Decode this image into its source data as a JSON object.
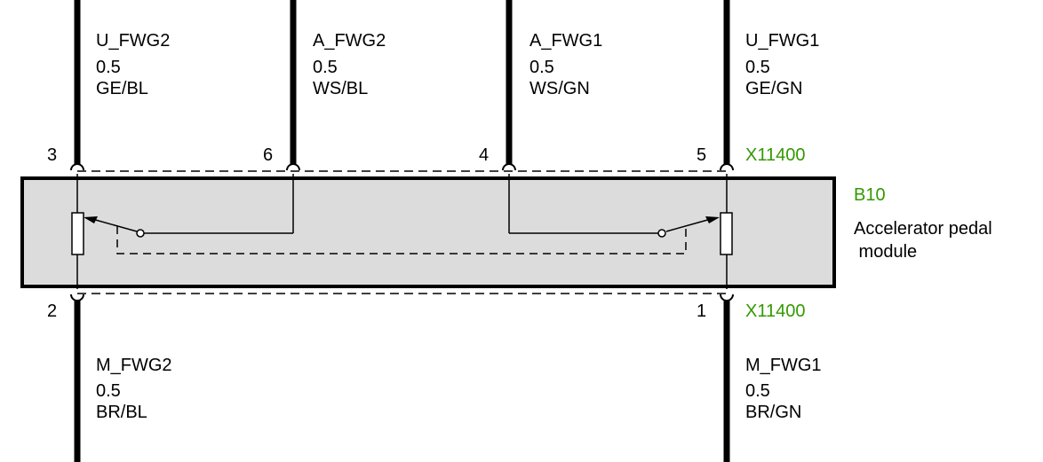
{
  "colors": {
    "wire": "#000000",
    "module_fill": "#dcdcdc",
    "connector_label": "#339900",
    "component_code": "#339900"
  },
  "wires": [
    {
      "id": "u-fwg2",
      "name": "U_FWG2",
      "gauge": "0.5",
      "color": "GE/BL",
      "pin": "3"
    },
    {
      "id": "a-fwg2",
      "name": "A_FWG2",
      "gauge": "0.5",
      "color": "WS/BL",
      "pin": "6"
    },
    {
      "id": "a-fwg1",
      "name": "A_FWG1",
      "gauge": "0.5",
      "color": "WS/GN",
      "pin": "4"
    },
    {
      "id": "u-fwg1",
      "name": "U_FWG1",
      "gauge": "0.5",
      "color": "GE/GN",
      "pin": "5"
    },
    {
      "id": "m-fwg2",
      "name": "M_FWG2",
      "gauge": "0.5",
      "color": "BR/BL",
      "pin": "2"
    },
    {
      "id": "m-fwg1",
      "name": "M_FWG1",
      "gauge": "0.5",
      "color": "BR/GN",
      "pin": "1"
    }
  ],
  "connector_top": "X11400",
  "connector_bottom": "X11400",
  "component": {
    "code": "B10",
    "name_line1": "Accelerator pedal",
    "name_line2": " module"
  }
}
